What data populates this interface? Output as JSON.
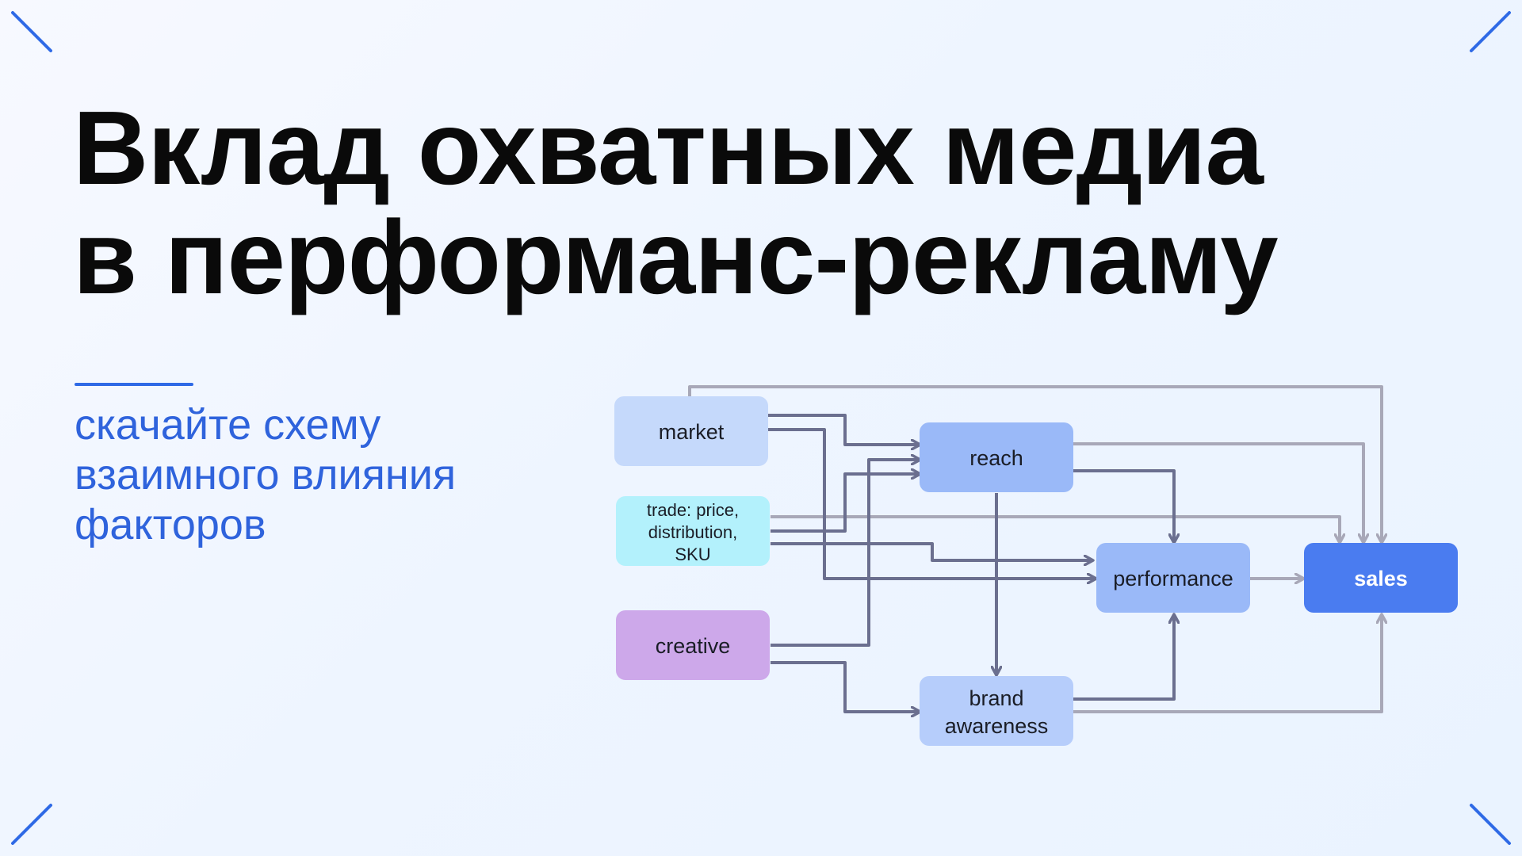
{
  "headline": {
    "line1": "Вклад охватных медиа",
    "line2": "в перформанс-рекламу"
  },
  "subtitle": {
    "line1": "скачайте схему",
    "line2": "взаимного влияния",
    "line3": "факторов"
  },
  "diagram": {
    "nodes": {
      "market": {
        "label": "market",
        "color": "#c5d9fb"
      },
      "trade": {
        "lines": [
          "trade: price,",
          "distribution,",
          "SKU"
        ],
        "color": "#b3f1fc"
      },
      "creative": {
        "label": "creative",
        "color": "#cda8ea"
      },
      "reach": {
        "label": "reach",
        "color": "#9ab9f8"
      },
      "brand": {
        "lines": [
          "brand",
          "awareness"
        ],
        "color": "#b6cdfb"
      },
      "performance": {
        "label": "performance",
        "color": "#9ab9f8"
      },
      "sales": {
        "label": "sales",
        "color": "#4a7cf0"
      }
    },
    "edge_colors": {
      "dark": "#6b6f8f",
      "light": "#a8a8b8"
    }
  },
  "colors": {
    "accent": "#2f6ae6",
    "subtitle": "#2f63dc",
    "headline": "#0a0a0a"
  }
}
